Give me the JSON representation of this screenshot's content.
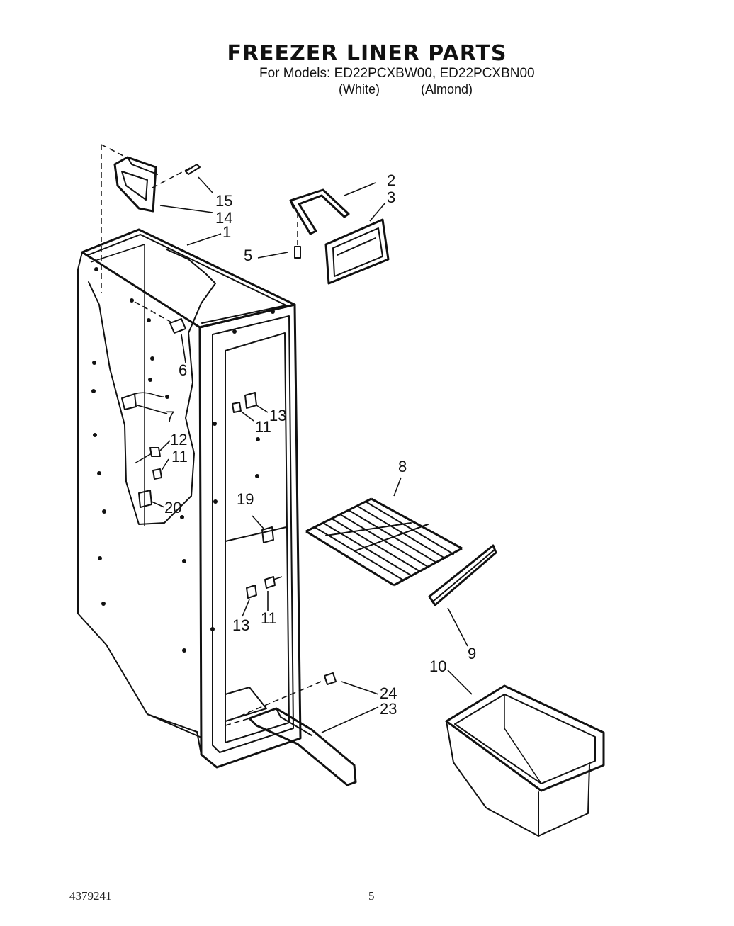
{
  "title": "FREEZER LINER PARTS",
  "models_line": "For Models: ED22PCXBW00, ED22PCXBN00",
  "color_labels": [
    "(White)",
    "(Almond)"
  ],
  "document_number": "4379241",
  "page_number": "5",
  "callouts": [
    "15",
    "14",
    "1",
    "2",
    "3",
    "5",
    "6",
    "7",
    "12",
    "11",
    "20",
    "13",
    "11",
    "19",
    "13",
    "11",
    "8",
    "9",
    "10",
    "24",
    "23"
  ]
}
